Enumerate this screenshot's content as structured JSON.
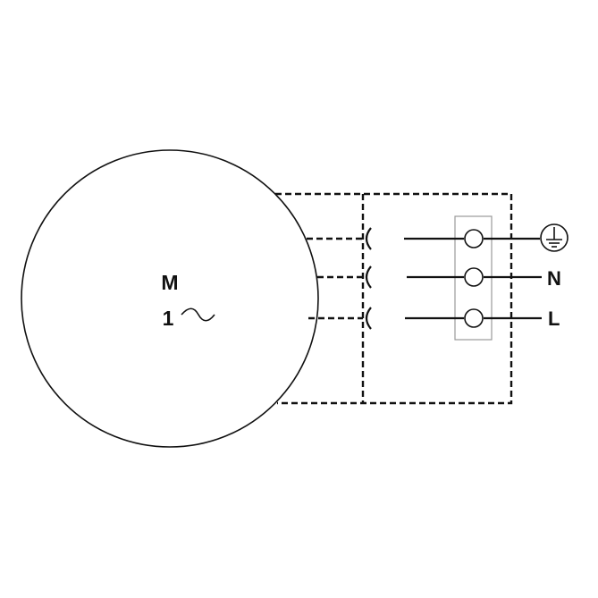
{
  "motor": {
    "symbol": "M",
    "phase": "1",
    "phase_suffix": "~"
  },
  "terminals": [
    {
      "id": "earth",
      "label": "",
      "icon": "earth-ground-icon"
    },
    {
      "id": "neutral",
      "label": "N"
    },
    {
      "id": "line",
      "label": "L"
    }
  ],
  "colors": {
    "stroke": "#111111",
    "terminal_block": "#999999",
    "background": "#ffffff"
  }
}
